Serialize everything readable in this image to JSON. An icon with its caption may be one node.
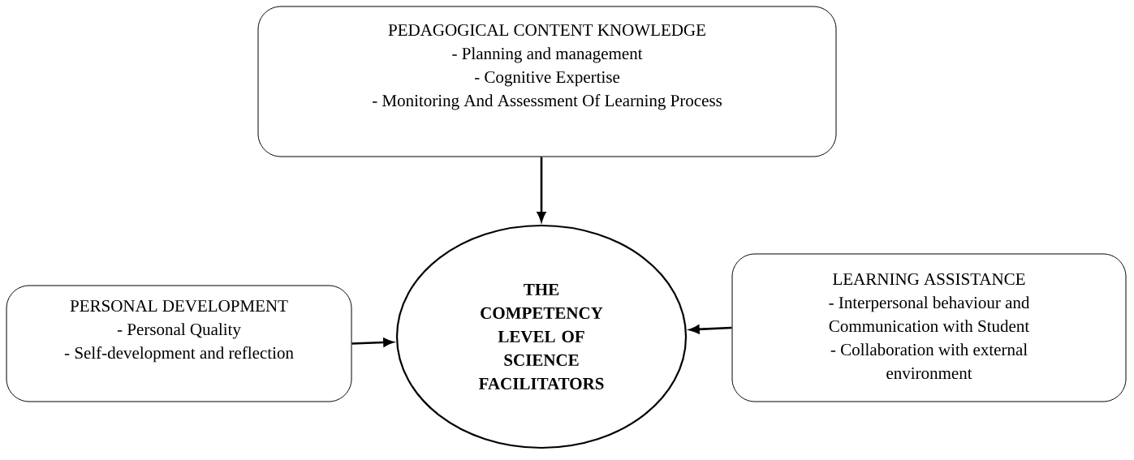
{
  "diagram": {
    "nodes": [
      {
        "text": [
          "PEDAGOGICAL CONTENT KNOWLEDGE",
          "- Planning and management",
          "- Cognitive Expertise",
          "- Monitoring And Assessment Of Learning Process"
        ]
      },
      {
        "text": [
          "PERSONAL DEVELOPMENT",
          "- Personal Quality",
          "- Self-development and reflection"
        ]
      },
      {
        "text": [
          "THE COMPETENCY LEVEL OF SCIENCE FACILITATORS"
        ]
      },
      {
        "text": [
          "LEARNING ASSISTANCE",
          "- Interpersonal behaviour and Communication with Student",
          "- Collaboration with external environment"
        ]
      }
    ],
    "edges": [
      {
        "from": 0,
        "to": 2,
        "arrow": "to"
      },
      {
        "from": 1,
        "to": 2,
        "arrow": "to"
      },
      {
        "from": 3,
        "to": 2,
        "arrow": "to"
      }
    ]
  }
}
